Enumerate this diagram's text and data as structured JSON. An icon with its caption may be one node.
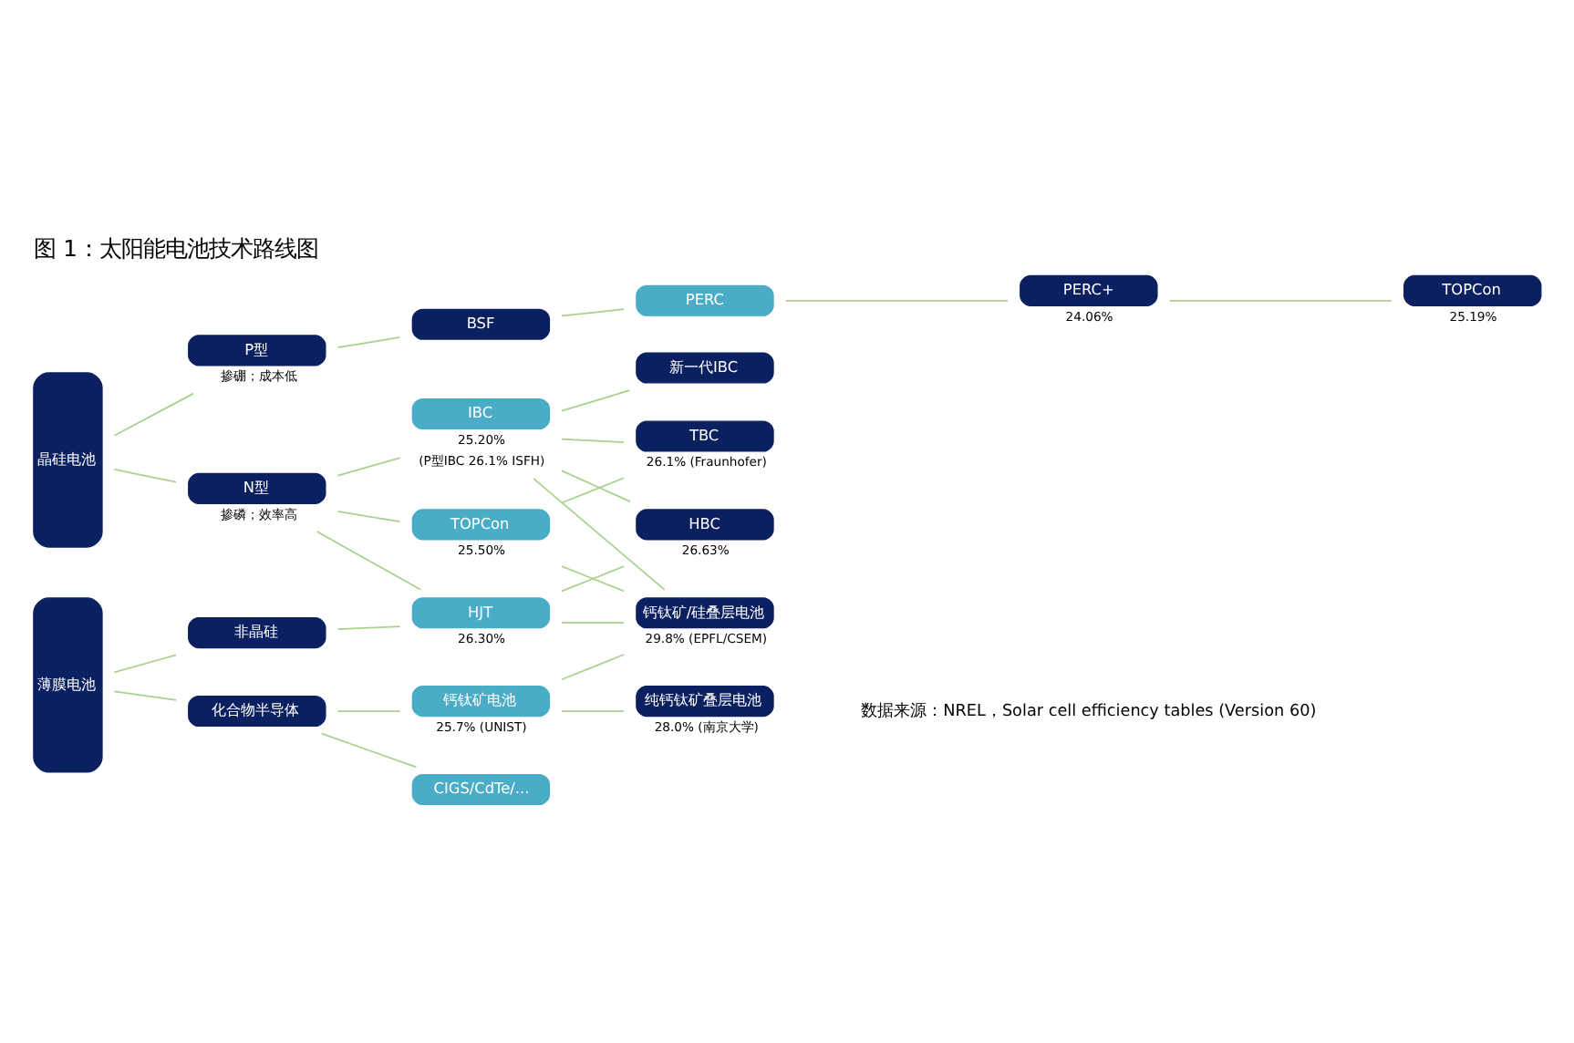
{
  "diagram": {
    "title": "图 1：太阳能电池技术路线图",
    "caption": "数据来源：NREL，Solar cell efficiency tables (Version 60)",
    "nodes": [
      {
        "text": [
          "晶硅电池"
        ]
      },
      {
        "text": [
          "P型"
        ],
        "beside": [
          "掺硼；成本低"
        ]
      },
      {
        "text": [
          "BSF"
        ]
      },
      {
        "text": [
          "PERC"
        ]
      },
      {
        "text": [
          "PERC+"
        ],
        "beside": [
          "24.06%"
        ]
      },
      {
        "text": [
          "TOPCon"
        ],
        "beside": [
          "25.19%"
        ]
      },
      {
        "text": [
          "N型"
        ],
        "beside": [
          "掺磷；效率高"
        ]
      },
      {
        "text": [
          "IBC"
        ],
        "beside": [
          "25.20%",
          "(P型IBC 26.1% ISFH)"
        ]
      },
      {
        "text": [
          "TOPCon"
        ],
        "beside": [
          "25.50%"
        ]
      },
      {
        "text": [
          "HJT"
        ],
        "beside": [
          "26.30%"
        ]
      },
      {
        "text": [
          "新一代IBC"
        ]
      },
      {
        "text": [
          "TBC"
        ],
        "beside": [
          "26.1% (Fraunhofer)"
        ]
      },
      {
        "text": [
          "HBC"
        ],
        "beside": [
          "26.63%"
        ]
      },
      {
        "text": [
          "薄膜电池"
        ]
      },
      {
        "text": [
          "非晶硅"
        ]
      },
      {
        "text": [
          "化合物半导体"
        ]
      },
      {
        "text": [
          "钙钛矿电池"
        ],
        "beside": [
          "25.7% (UNIST)"
        ]
      },
      {
        "text": [
          "CIGS/CdTe/..."
        ]
      },
      {
        "text": [
          "钙钛矿/硅叠层电池"
        ],
        "beside": [
          "29.8% (EPFL/CSEM)"
        ]
      },
      {
        "text": [
          "纯钙钛矿叠层电池"
        ],
        "beside": [
          "28.0% (南京大学)"
        ]
      }
    ],
    "edges": [
      {
        "from": 0,
        "to": 1,
        "arrow": "none"
      },
      {
        "from": 1,
        "to": 2,
        "arrow": "none"
      },
      {
        "from": 2,
        "to": 3,
        "arrow": "none"
      },
      {
        "from": 3,
        "to": 4,
        "arrow": "none"
      },
      {
        "from": 4,
        "to": 5,
        "arrow": "none"
      },
      {
        "from": 0,
        "to": 6,
        "arrow": "none"
      },
      {
        "from": 6,
        "to": 7,
        "arrow": "none"
      },
      {
        "from": 6,
        "to": 8,
        "arrow": "none"
      },
      {
        "from": 6,
        "to": 9,
        "arrow": "none"
      },
      {
        "from": 7,
        "to": 10,
        "arrow": "none"
      },
      {
        "from": 7,
        "to": 11,
        "arrow": "none"
      },
      {
        "from": 7,
        "to": 12,
        "arrow": "none"
      },
      {
        "from": 7,
        "to": 18,
        "arrow": "none"
      },
      {
        "from": 8,
        "to": 11,
        "arrow": "none"
      },
      {
        "from": 8,
        "to": 18,
        "arrow": "none"
      },
      {
        "from": 9,
        "to": 12,
        "arrow": "none"
      },
      {
        "from": 9,
        "to": 18,
        "arrow": "none"
      },
      {
        "from": 13,
        "to": 14,
        "arrow": "none"
      },
      {
        "from": 13,
        "to": 15,
        "arrow": "none"
      },
      {
        "from": 14,
        "to": 9,
        "arrow": "none"
      },
      {
        "from": 15,
        "to": 16,
        "arrow": "none"
      },
      {
        "from": 15,
        "to": 17,
        "arrow": "none"
      },
      {
        "from": 16,
        "to": 18,
        "arrow": "none"
      },
      {
        "from": 16,
        "to": 19,
        "arrow": "none"
      }
    ]
  }
}
